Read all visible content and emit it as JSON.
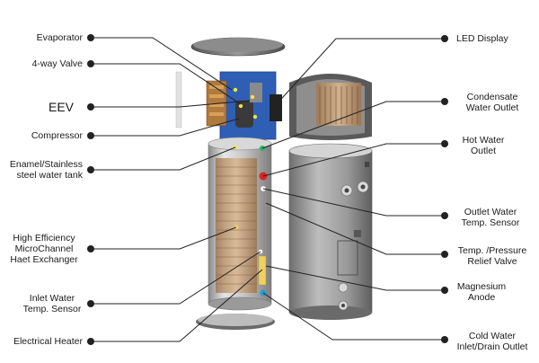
{
  "labels_left": [
    {
      "text": "Evaporator"
    },
    {
      "text": "4-way Valve"
    },
    {
      "text": "EEV"
    },
    {
      "text": "Compressor"
    },
    {
      "text": "Enamel/Stainless\nsteel water tank"
    },
    {
      "text": "High Efficiency\nMicroChannel\nHaet Exchanger"
    },
    {
      "text": "Inlet Water\nTemp. Sensor"
    },
    {
      "text": "Electrical Heater"
    }
  ],
  "labels_right": [
    {
      "text": "LED Display"
    },
    {
      "text": "Condensate\nWater Outlet"
    },
    {
      "text": "Hot Water\nOutlet"
    },
    {
      "text": "Outlet Water\nTemp. Sensor"
    },
    {
      "text": "Temp. /Pressure\nRelief Valve"
    },
    {
      "text": "Magnesium\nAnode"
    },
    {
      "text": "Cold Water\nInlet/Drain Outlet"
    }
  ]
}
